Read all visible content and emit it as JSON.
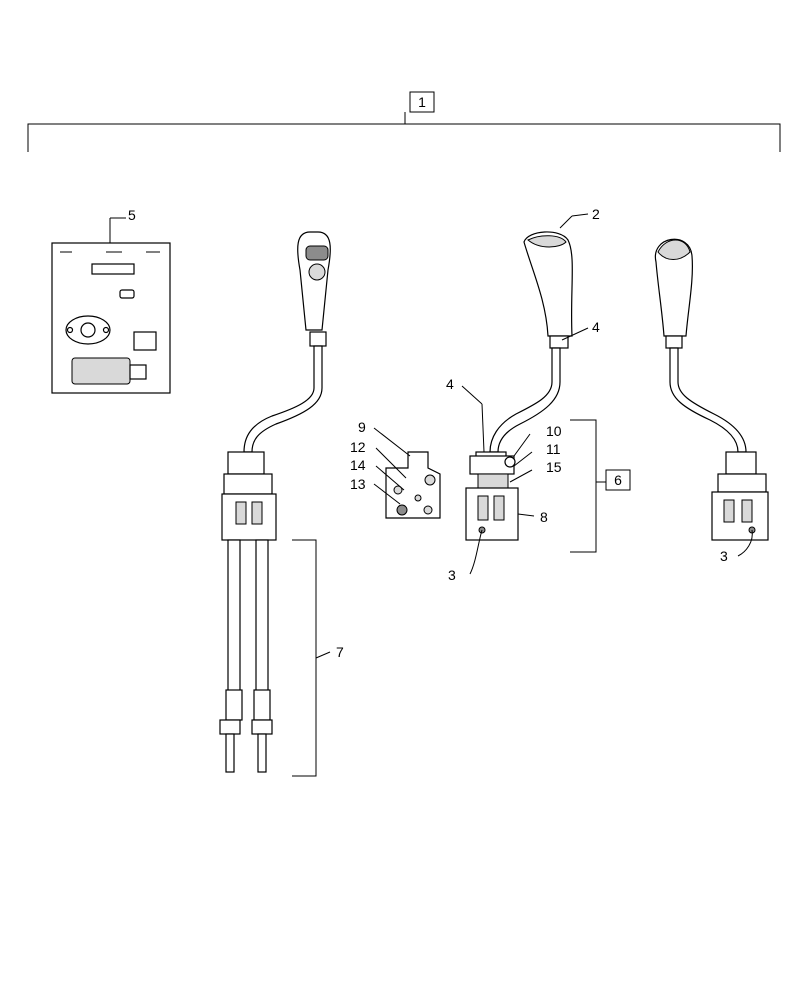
{
  "callouts": {
    "c1": "1",
    "c2": "2",
    "c3a": "3",
    "c3b": "3",
    "c4a": "4",
    "c4b": "4",
    "c5": "5",
    "c6": "6",
    "c7": "7",
    "c8": "8",
    "c9": "9",
    "c10": "10",
    "c11": "11",
    "c12": "12",
    "c13": "13",
    "c14": "14",
    "c15": "15"
  }
}
